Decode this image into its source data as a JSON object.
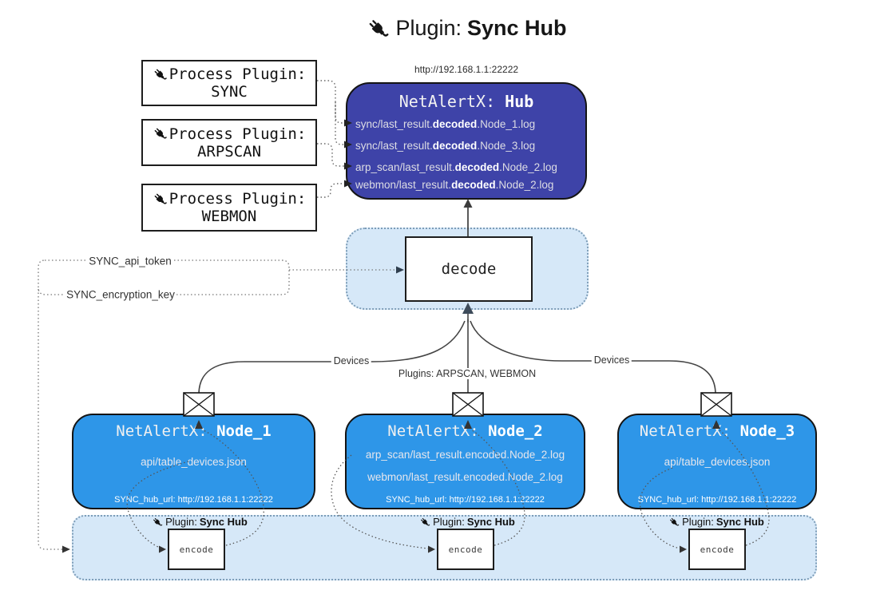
{
  "title": {
    "icon": "plug-icon",
    "prefix": "Plugin: ",
    "name": "Sync Hub"
  },
  "hub": {
    "url_label": "http://192.168.1.1:22222",
    "title_prefix": "NetAlertX: ",
    "title_name": "Hub",
    "logs": [
      {
        "pre": "sync/last_result.",
        "bold": "decoded",
        "post": ".Node_1.log"
      },
      {
        "pre": "sync/last_result.",
        "bold": "decoded",
        "post": ".Node_3.log"
      },
      {
        "pre": "arp_scan/last_result.",
        "bold": "decoded",
        "post": ".Node_2.log"
      },
      {
        "pre": "webmon/last_result.",
        "bold": "decoded",
        "post": ".Node_2.log"
      }
    ]
  },
  "process_plugins": [
    {
      "label": "Process Plugin:",
      "name": "SYNC"
    },
    {
      "label": "Process Plugin:",
      "name": "ARPSCAN"
    },
    {
      "label": "Process Plugin:",
      "name": "WEBMON"
    }
  ],
  "decode_box": {
    "label": "decode"
  },
  "secrets": {
    "api_token": "SYNC_api_token",
    "encryption_key": "SYNC_encryption_key"
  },
  "edge_labels": {
    "devices_left": "Devices",
    "devices_right": "Devices",
    "plugins": "Plugins: ARPSCAN, WEBMON"
  },
  "nodes": [
    {
      "title_prefix": "NetAlertX: ",
      "title_name": "Node_1",
      "lines": [
        "api/table_devices.json"
      ],
      "hub_url": "SYNC_hub_url: http://192.168.1.1:22222"
    },
    {
      "title_prefix": "NetAlertX: ",
      "title_name": "Node_2",
      "lines": [
        "arp_scan/last_result.encoded.Node_2.log",
        "webmon/last_result.encoded.Node_2.log"
      ],
      "hub_url": "SYNC_hub_url: http://192.168.1.1:22222"
    },
    {
      "title_prefix": "NetAlertX: ",
      "title_name": "Node_3",
      "lines": [
        "api/table_devices.json"
      ],
      "hub_url": "SYNC_hub_url: http://192.168.1.1:22222"
    }
  ],
  "encoders": [
    {
      "plugin_prefix": "Plugin: ",
      "plugin_name": "Sync Hub",
      "box_label": "encode"
    },
    {
      "plugin_prefix": "Plugin: ",
      "plugin_name": "Sync Hub",
      "box_label": "encode"
    },
    {
      "plugin_prefix": "Plugin: ",
      "plugin_name": "Sync Hub",
      "box_label": "encode"
    }
  ],
  "icons": {
    "plug": "plug-icon",
    "envelope": "envelope-icon"
  },
  "colors": {
    "hub_fill": "#3e43a8",
    "node_fill": "#2e96e8",
    "panel_fill": "#d6e8f8",
    "panel_border": "#7d9db8",
    "line": "#4a4a4a",
    "arrow_dark": "#3d4b5a",
    "text_light": "#e6e6ec",
    "text_dark": "#1a1a1a"
  }
}
